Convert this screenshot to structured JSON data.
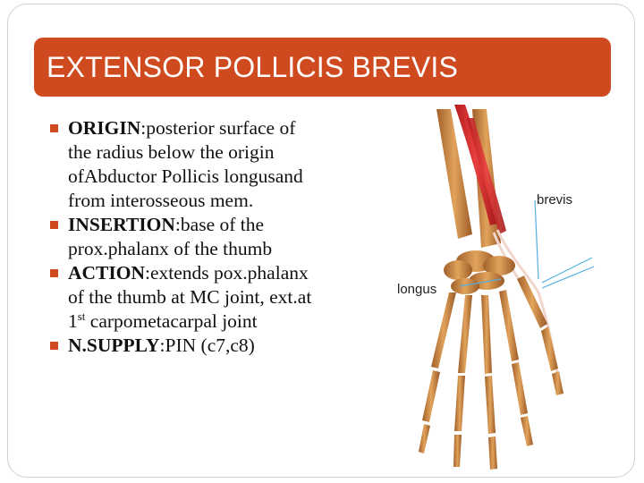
{
  "slide": {
    "title": "EXTENSOR POLLICIS BREVIS",
    "accent_color": "#cf4a1e"
  },
  "bullets": [
    {
      "term": "ORIGIN",
      "sep": ":",
      "lines": [
        "posterior surface of",
        "the radius below the origin",
        "ofAbductor Pollicis longusand",
        "from interosseous mem."
      ]
    },
    {
      "term": "INSERTION",
      "sep": ":",
      "lines": [
        "base of the",
        "prox.phalanx of the thumb"
      ]
    },
    {
      "term": "ACTION",
      "sep": ":",
      "lines": [
        "extends pox.phalanx",
        "of the thumb at MC joint, ext.at"
      ],
      "last_line_pre": "1",
      "last_line_sup": "st",
      "last_line_post": " carpometacarpal joint"
    },
    {
      "term": "N.SUPPLY",
      "sep": ":",
      "lines": [
        "PIN (c7,c8)"
      ]
    }
  ],
  "figure": {
    "label_brevis": "brevis",
    "label_longus": "longus"
  }
}
